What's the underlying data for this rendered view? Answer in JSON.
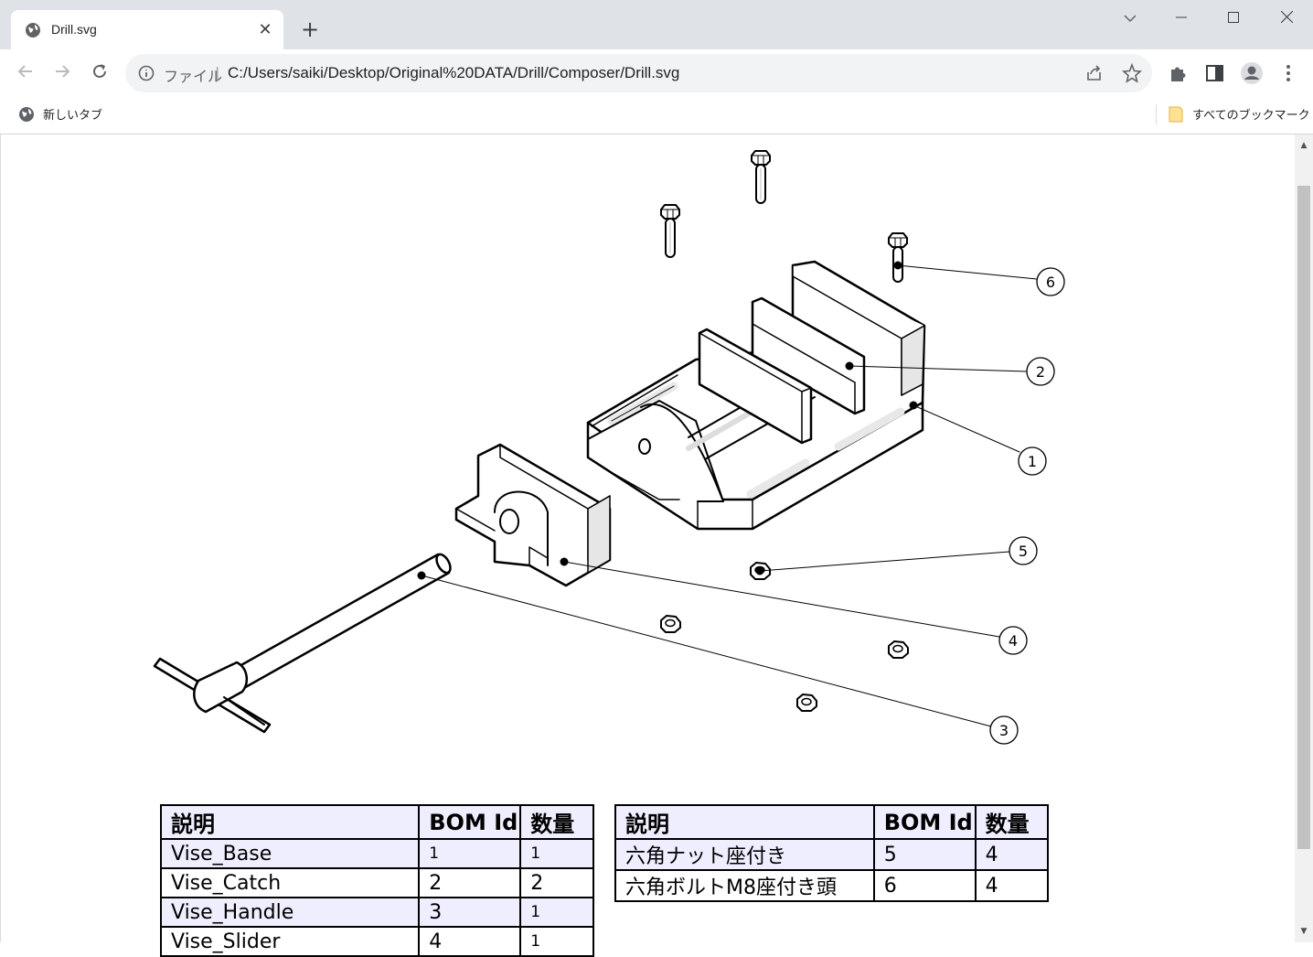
{
  "browser": {
    "tab": {
      "title": "Drill.svg",
      "favicon": "globe-icon",
      "close": "✕"
    },
    "new_tab": "+",
    "window_controls": {
      "dropdown": "chevron-down-icon",
      "minimize": "minimize-icon",
      "maximize": "maximize-icon",
      "close": "close-icon"
    },
    "nav": {
      "back": "arrow-left-icon",
      "forward": "arrow-right-icon",
      "reload": "reload-icon"
    },
    "omnibox": {
      "scheme_label": "ファイル",
      "separator": "|",
      "url": "C:/Users/saiki/Desktop/Original%20DATA/Drill/Composer/Drill.svg"
    },
    "toolbar_icons": [
      "share-icon",
      "bookmark-star-icon",
      "extensions-icon",
      "side-panel-icon",
      "profile-icon",
      "menu-icon"
    ],
    "bookmarks": {
      "left": {
        "label": "新しいタブ",
        "icon": "globe-icon"
      },
      "right": {
        "label": "すべてのブックマーク",
        "icon": "folder-icon"
      }
    }
  },
  "drawing": {
    "balloons": [
      "1",
      "2",
      "3",
      "4",
      "5",
      "6"
    ]
  },
  "bom_tables": [
    {
      "headers": [
        "説明",
        "BOM Id",
        "数量"
      ],
      "rows": [
        [
          "Vise_Base",
          "1",
          "1"
        ],
        [
          "Vise_Catch",
          "2",
          "2"
        ],
        [
          "Vise_Handle",
          "3",
          "1"
        ],
        [
          "Vise_Slider",
          "4",
          "1"
        ]
      ]
    },
    {
      "headers": [
        "説明",
        "BOM Id",
        "数量"
      ],
      "rows": [
        [
          "六角ナット座付き",
          "5",
          "4"
        ],
        [
          "六角ボルトM8座付き頭",
          "6",
          "4"
        ]
      ]
    }
  ],
  "colors": {
    "tab_strip": "#dfe3e8",
    "table_header": "#eeeeff",
    "omnibox": "#f1f3f4"
  }
}
